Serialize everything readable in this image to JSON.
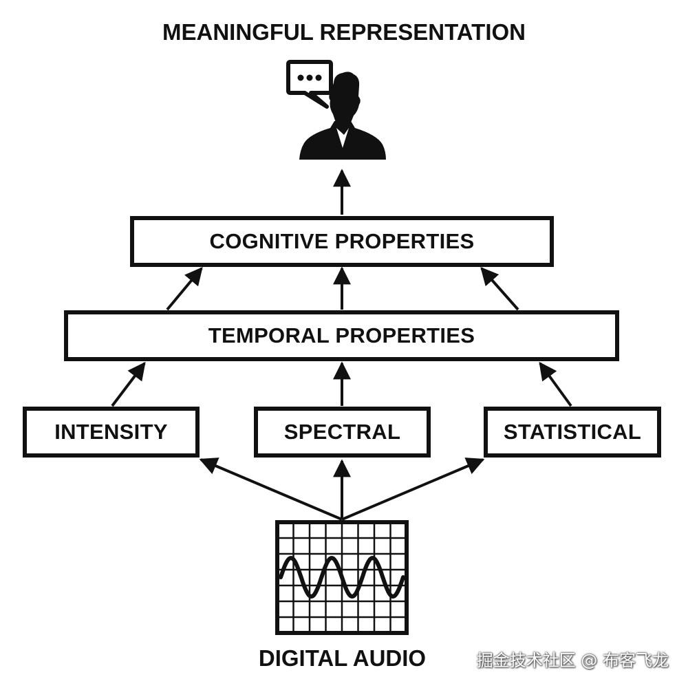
{
  "diagram": {
    "title": "MEANINGFUL REPRESENTATION",
    "nodes": {
      "cognitive": "COGNITIVE PROPERTIES",
      "temporal": "TEMPORAL PROPERTIES",
      "intensity": "INTENSITY",
      "spectral": "SPECTRAL",
      "statistical": "STATISTICAL"
    },
    "source_label": "DIGITAL AUDIO",
    "edges": [
      [
        "digital-audio",
        "intensity"
      ],
      [
        "digital-audio",
        "spectral"
      ],
      [
        "digital-audio",
        "statistical"
      ],
      [
        "intensity",
        "temporal"
      ],
      [
        "spectral",
        "temporal"
      ],
      [
        "statistical",
        "temporal"
      ],
      [
        "temporal",
        "cognitive"
      ],
      [
        "cognitive",
        "person"
      ]
    ],
    "icons": [
      "person-with-speech-bubble-icon",
      "oscilloscope-waveform-icon"
    ],
    "colors": {
      "ink": "#111111",
      "background": "#ffffff"
    }
  },
  "watermark": "掘金技术社区 @ 布客飞龙"
}
